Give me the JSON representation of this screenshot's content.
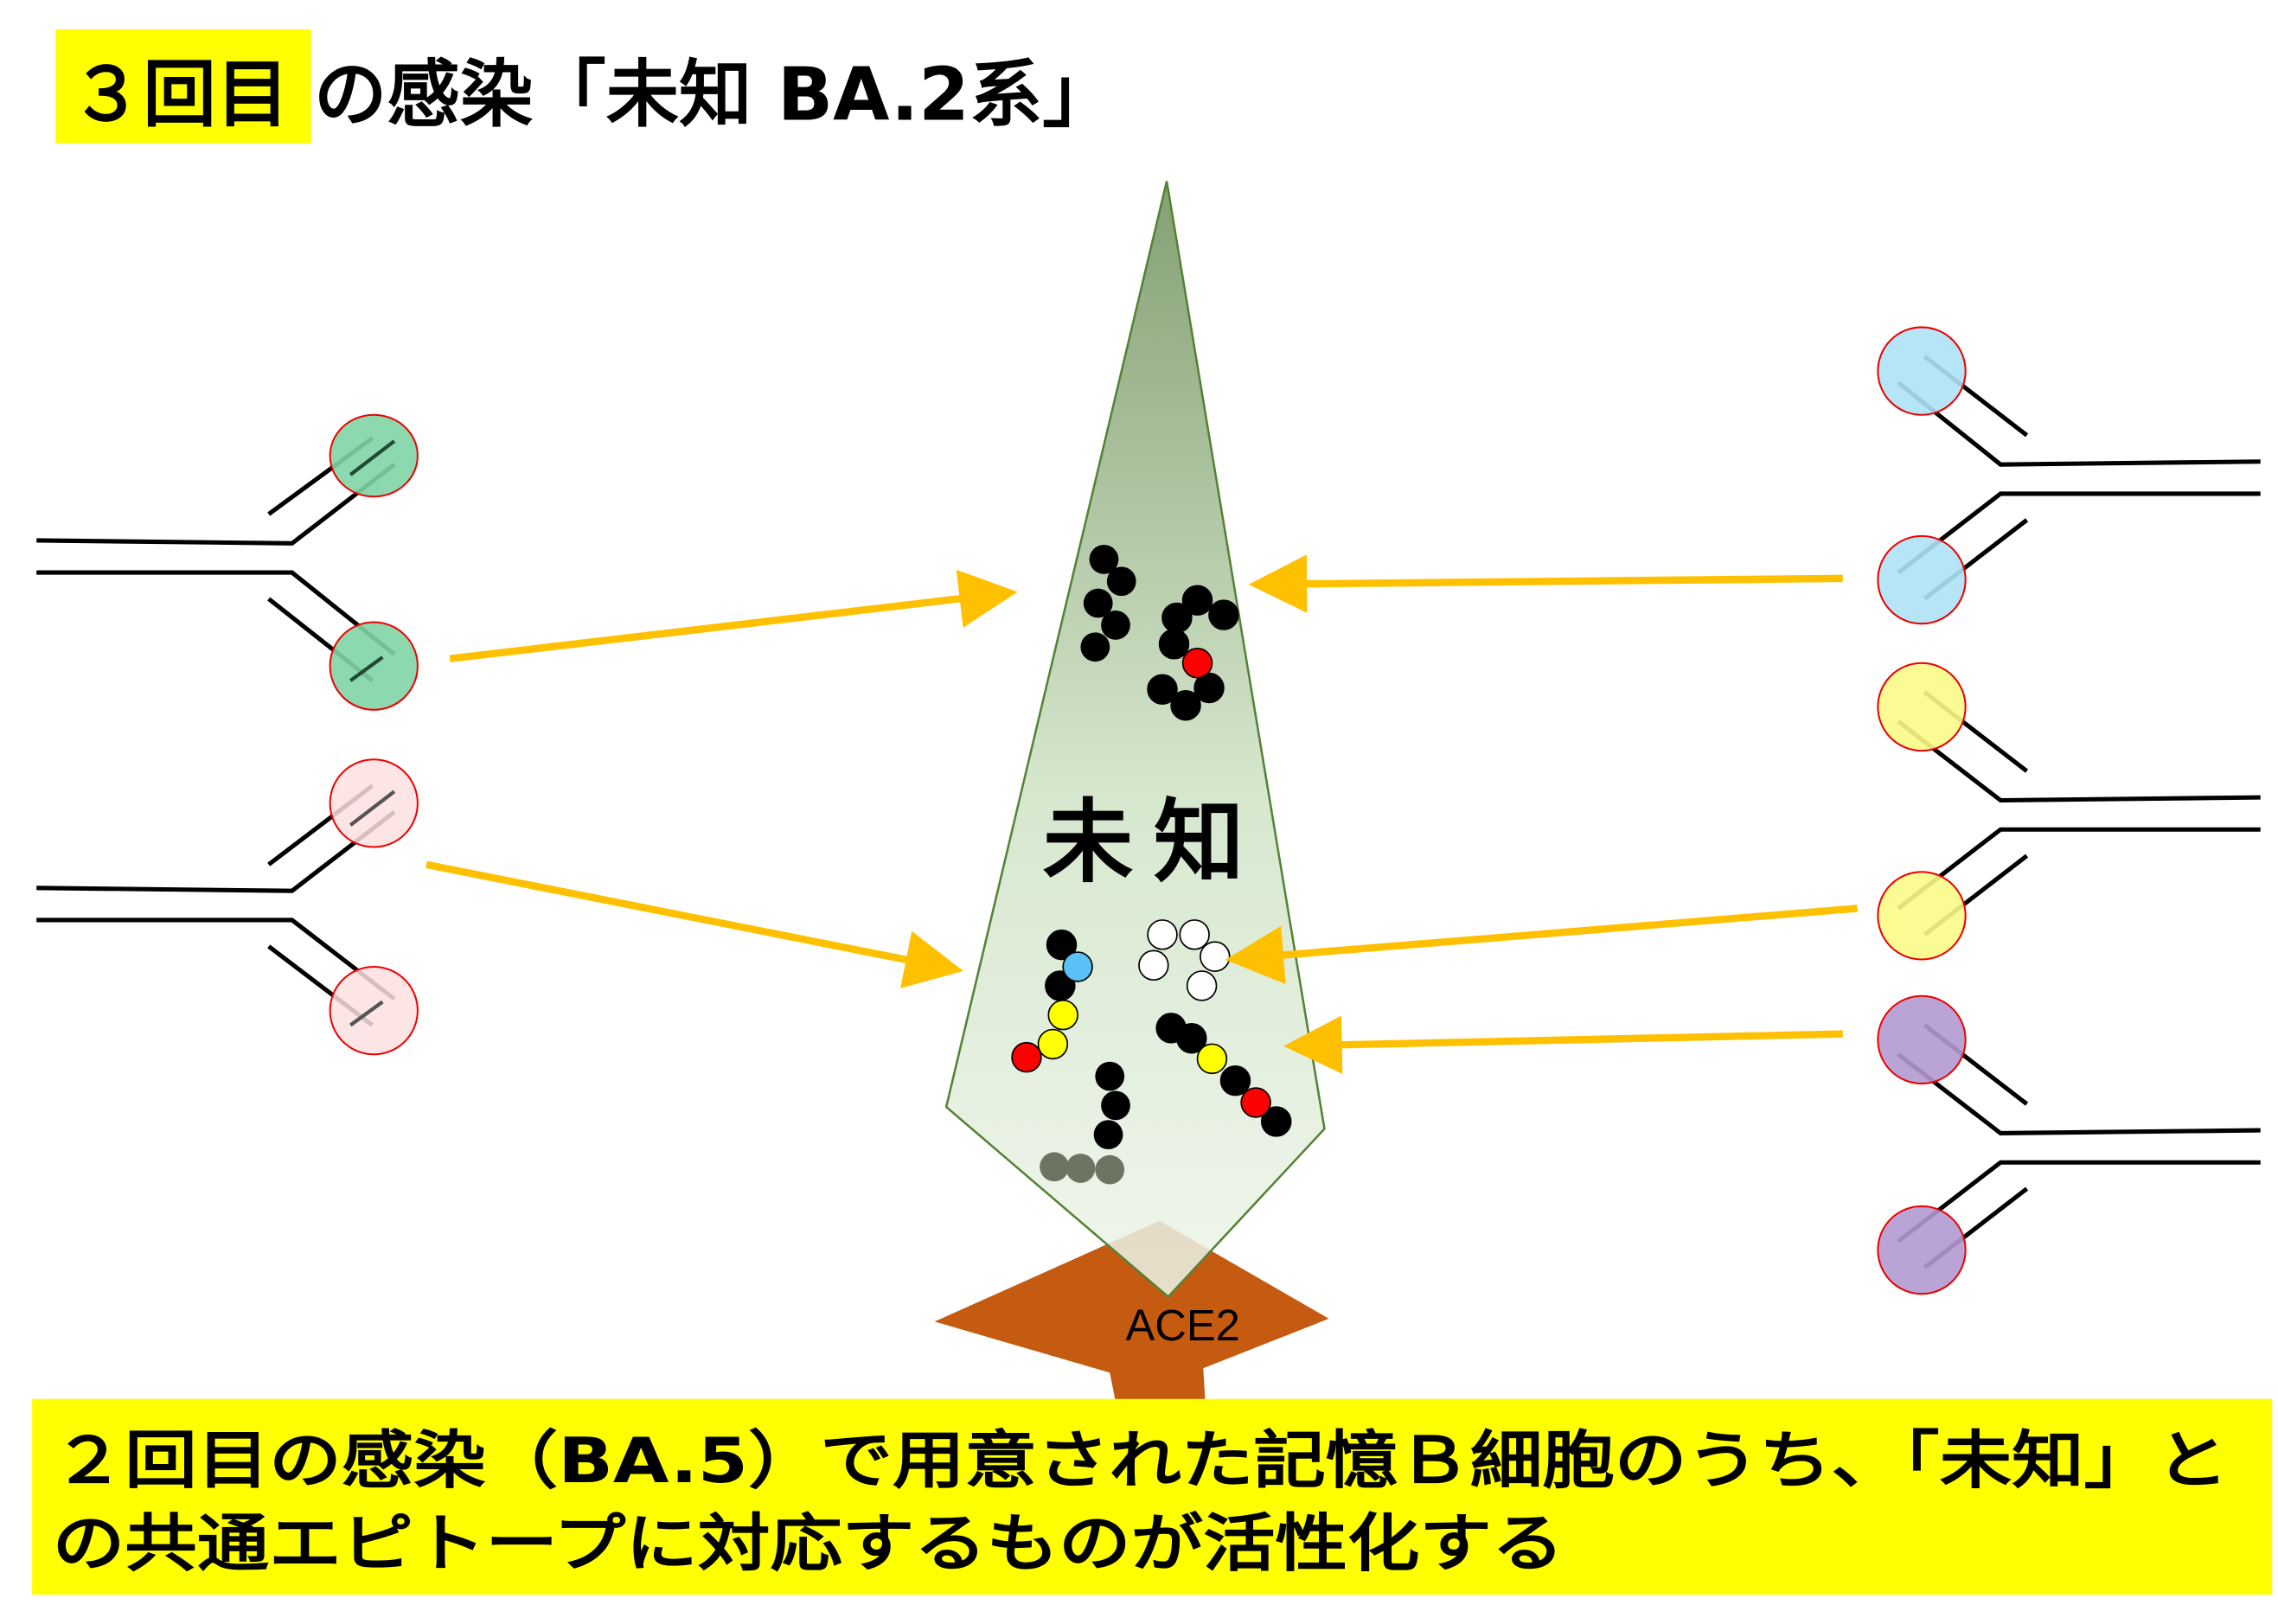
{
  "title": {
    "highlight": "３回目",
    "rest": "の感染「未知 BA.2系」"
  },
  "spike": {
    "label": "未知"
  },
  "receptor": {
    "label": "ACE2"
  },
  "caption": {
    "line1": "２回目の感染（BA.5）で用意された記憶Ｂ細胞のうち、「未知」と",
    "line2": "の共通エピトープに対応するものが活性化する"
  },
  "colors": {
    "highlight": "#ffff00",
    "arrow": "#ffc000",
    "ace2": "#c55a11",
    "spike_top": "#6f8f5b",
    "spike_bottom": "#eef5ea",
    "antibody_green": "#7fd4a6",
    "antibody_pink": "#fde0e0",
    "antibody_blue": "#aee2f6",
    "antibody_yellow": "#fbfb88",
    "antibody_purple": "#b39ad0"
  }
}
